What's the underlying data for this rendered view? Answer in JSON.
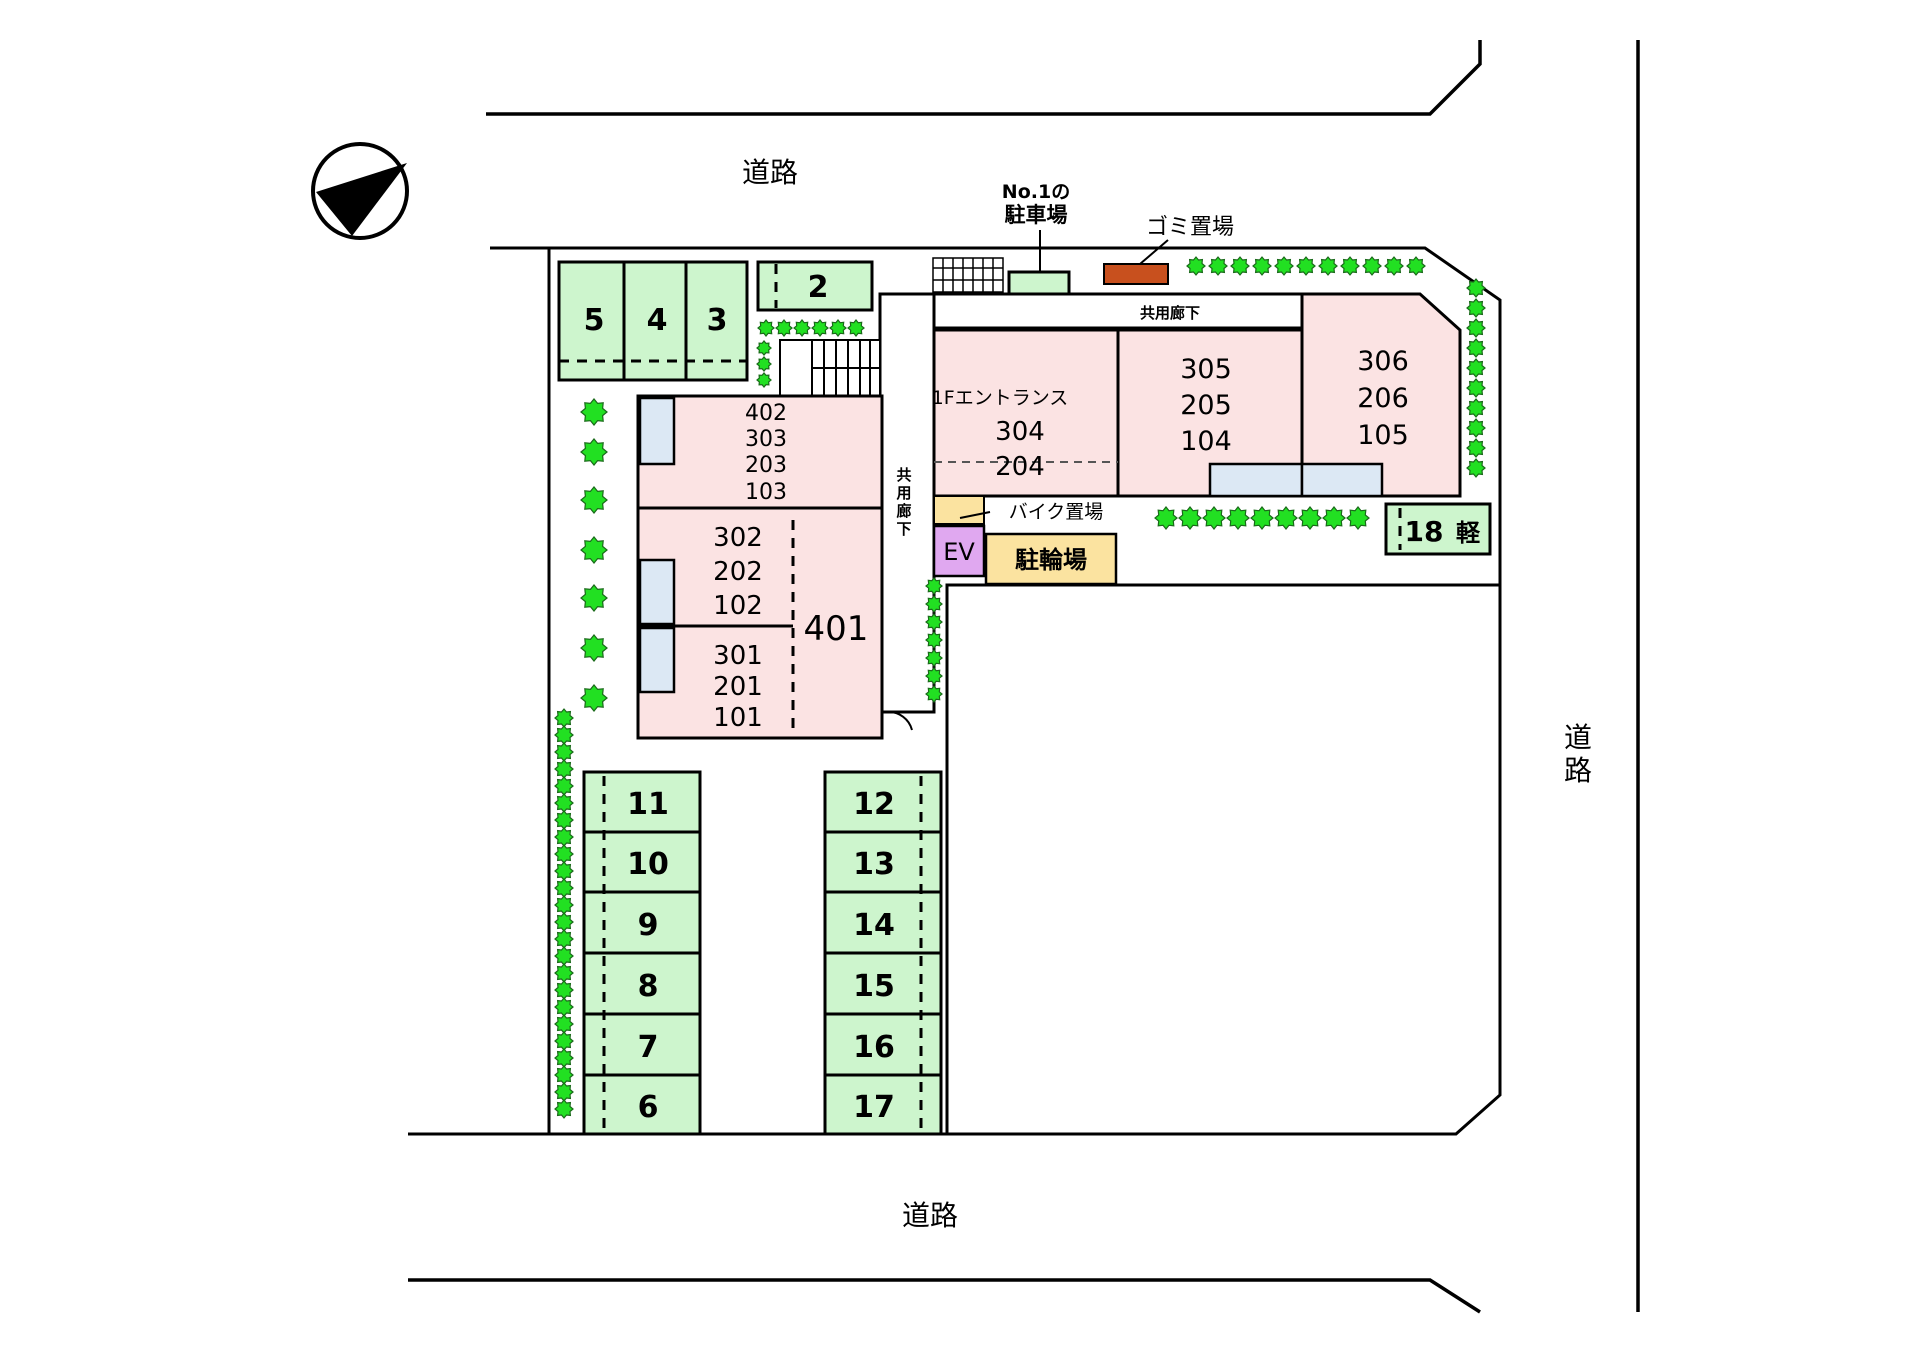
{
  "roads": {
    "north": "道路",
    "south": "道路",
    "east": "道路"
  },
  "parking": {
    "no1_label_line1": "No.1の",
    "no1_label_line2": "駐車場",
    "spaces": [
      "1",
      "2",
      "3",
      "4",
      "5",
      "6",
      "7",
      "8",
      "9",
      "10",
      "11",
      "12",
      "13",
      "14",
      "15",
      "16",
      "17"
    ],
    "space18": "18",
    "space18_type": "軽"
  },
  "facilities": {
    "garbage": "ゴミ置場",
    "corridor_top": "共用廊下",
    "corridor_vertical": [
      "共",
      "用",
      "廊",
      "下"
    ],
    "bike_parking_motor": "バイク置場",
    "elevator": "EV",
    "bicycle_parking": "駐輪場",
    "entrance": "1Fエントランス"
  },
  "units": {
    "block_a": [
      "402",
      "303",
      "203",
      "103"
    ],
    "block_b": [
      "302",
      "202",
      "102"
    ],
    "block_c": [
      "301",
      "201",
      "101"
    ],
    "unit_401": "401",
    "block_d": [
      "304",
      "204"
    ],
    "block_e": [
      "305",
      "205",
      "104"
    ],
    "block_f": [
      "306",
      "206",
      "105"
    ]
  },
  "colors": {
    "parking": "#cdf5cd",
    "apartment": "#fbe3e3",
    "balcony": "#dce8f4",
    "garbage": "#c8501e",
    "bike": "#fbe3a0",
    "elevator": "#e0a8f0",
    "tree": "#22e022"
  },
  "icons": {
    "north_arrow": "compass-north-arrow-icon"
  }
}
